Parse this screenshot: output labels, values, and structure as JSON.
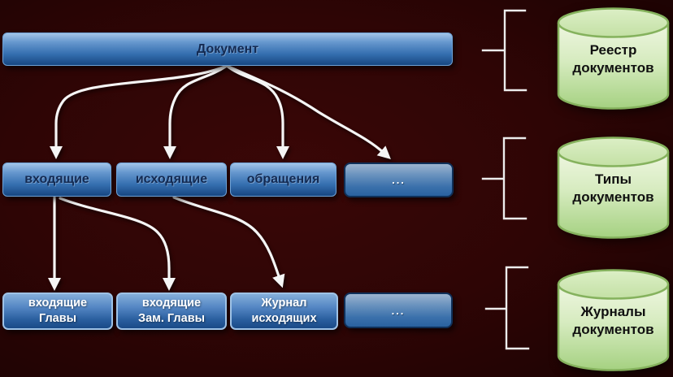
{
  "diagram": {
    "root": {
      "label": "Документ"
    },
    "level2": {
      "items": [
        {
          "label": "входящие"
        },
        {
          "label": "исходящие"
        },
        {
          "label": "обращения"
        },
        {
          "label": "..."
        }
      ]
    },
    "level3": {
      "items": [
        {
          "line1": "входящие",
          "line2": "Главы"
        },
        {
          "line1": "входящие",
          "line2": "Зам. Главы"
        },
        {
          "line1": "Журнал",
          "line2": "исходящих"
        },
        {
          "label": "..."
        }
      ]
    },
    "databases": {
      "items": [
        {
          "line1": "Реестр",
          "line2": "документов"
        },
        {
          "line1": "Типы",
          "line2": "документов"
        },
        {
          "line1": "Журналы",
          "line2": "документов"
        }
      ]
    }
  },
  "colors": {
    "background": "#2e0505",
    "node_gradient_top": "#a3c4e8",
    "node_gradient_bottom": "#174681",
    "node_text_dark": "#132a52",
    "node_text_light": "#ffffff",
    "cylinder_fill": "#c9e4ae",
    "cylinder_border": "#85b25d",
    "arrow": "#f5f5f5",
    "bracket": "#ececec"
  }
}
